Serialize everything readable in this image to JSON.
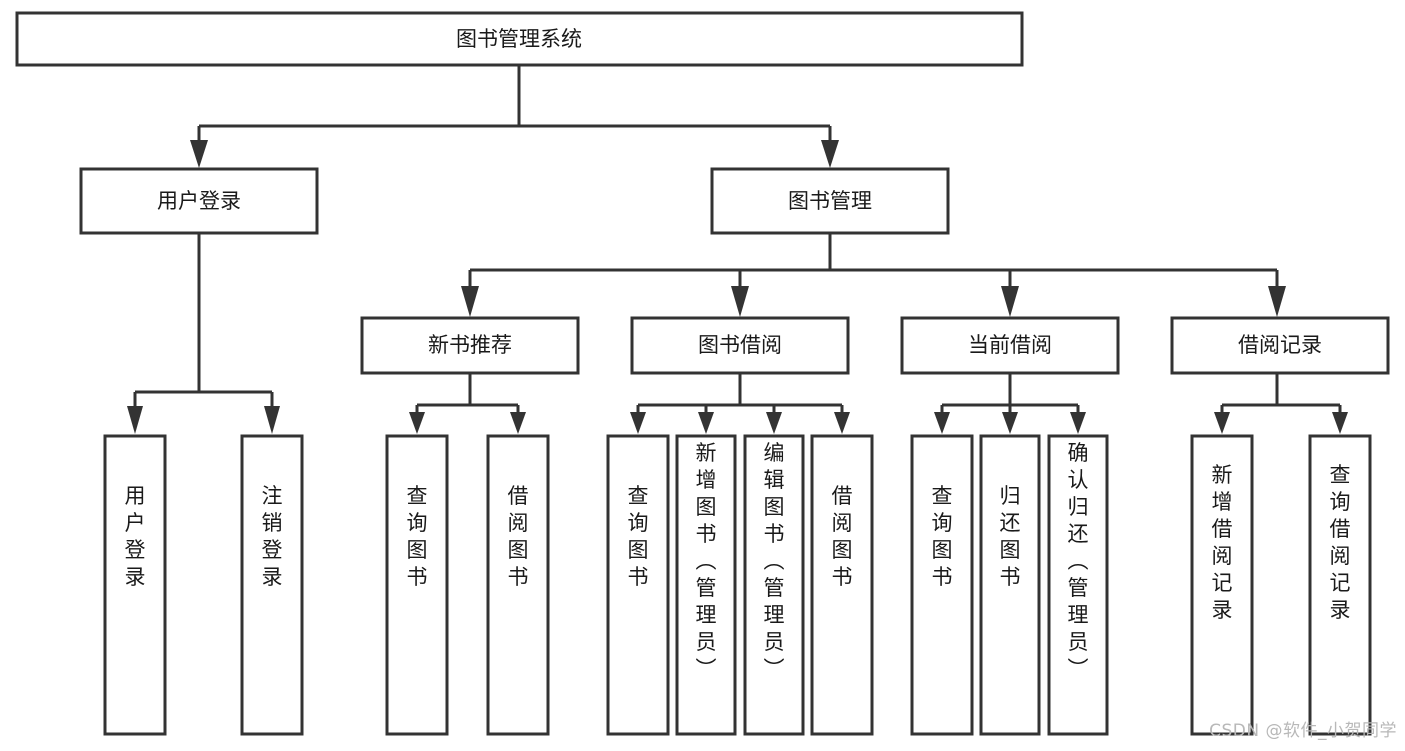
{
  "diagram": {
    "title": "图书管理系统",
    "type": "hierarchy-tree",
    "root": {
      "id": "root",
      "label": "图书管理系统",
      "orientation": "horizontal"
    },
    "level2": [
      {
        "id": "user-login",
        "label": "用户登录",
        "orientation": "horizontal"
      },
      {
        "id": "book-management",
        "label": "图书管理",
        "orientation": "horizontal"
      }
    ],
    "level3": [
      {
        "id": "new-book-recommend",
        "label": "新书推荐",
        "orientation": "horizontal",
        "parent": "book-management"
      },
      {
        "id": "book-borrow",
        "label": "图书借阅",
        "orientation": "horizontal",
        "parent": "book-management"
      },
      {
        "id": "current-borrow",
        "label": "当前借阅",
        "orientation": "horizontal",
        "parent": "book-management"
      },
      {
        "id": "borrow-record",
        "label": "借阅记录",
        "orientation": "horizontal",
        "parent": "book-management"
      }
    ],
    "leaves": [
      {
        "id": "leaf-user-login",
        "label": "用户登录",
        "orientation": "vertical",
        "parent": "user-login"
      },
      {
        "id": "leaf-logout-login",
        "label": "注销登录",
        "orientation": "vertical",
        "parent": "user-login"
      },
      {
        "id": "leaf-query-book-1",
        "label": "查询图书",
        "orientation": "vertical",
        "parent": "new-book-recommend"
      },
      {
        "id": "leaf-borrow-book-1",
        "label": "借阅图书",
        "orientation": "vertical",
        "parent": "new-book-recommend"
      },
      {
        "id": "leaf-query-book-2",
        "label": "查询图书",
        "orientation": "vertical",
        "parent": "book-borrow"
      },
      {
        "id": "leaf-add-book",
        "label": "新增图书（管理员）",
        "orientation": "vertical",
        "parent": "book-borrow"
      },
      {
        "id": "leaf-edit-book",
        "label": "编辑图书（管理员）",
        "orientation": "vertical",
        "parent": "book-borrow"
      },
      {
        "id": "leaf-borrow-book-2",
        "label": "借阅图书",
        "orientation": "vertical",
        "parent": "book-borrow"
      },
      {
        "id": "leaf-query-book-3",
        "label": "查询图书",
        "orientation": "vertical",
        "parent": "current-borrow"
      },
      {
        "id": "leaf-return-book",
        "label": "归还图书",
        "orientation": "vertical",
        "parent": "current-borrow"
      },
      {
        "id": "leaf-confirm-return",
        "label": "确认归还（管理员）",
        "orientation": "vertical",
        "parent": "current-borrow"
      },
      {
        "id": "leaf-add-record",
        "label": "新增借阅记录",
        "orientation": "vertical",
        "parent": "borrow-record"
      },
      {
        "id": "leaf-query-record",
        "label": "查询借阅记录",
        "orientation": "vertical",
        "parent": "borrow-record"
      }
    ]
  },
  "watermark": {
    "text": "CSDN @软件_小贺同学"
  },
  "colors": {
    "stroke": "#333333",
    "box_fill": "#ffffff",
    "text": "#1a1a1a",
    "background": "#ffffff",
    "watermark": "#b8b8b8"
  }
}
